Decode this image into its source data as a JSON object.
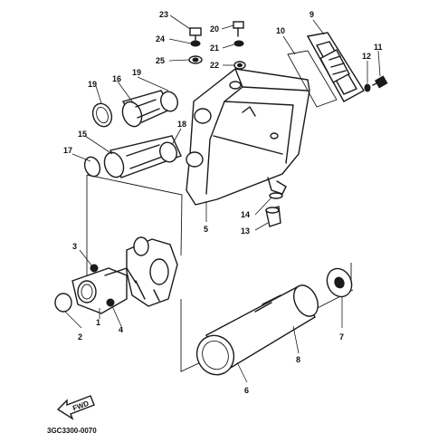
{
  "diagram": {
    "part_numbers": [
      "1",
      "2",
      "3",
      "4",
      "5",
      "6",
      "7",
      "8",
      "9",
      "10",
      "11",
      "12",
      "13",
      "14",
      "15",
      "16",
      "17",
      "18",
      "19",
      "19",
      "20",
      "21",
      "22",
      "23",
      "24",
      "25"
    ],
    "direction_badge": "FWD",
    "drawing_code": "3GC3300-0070"
  }
}
